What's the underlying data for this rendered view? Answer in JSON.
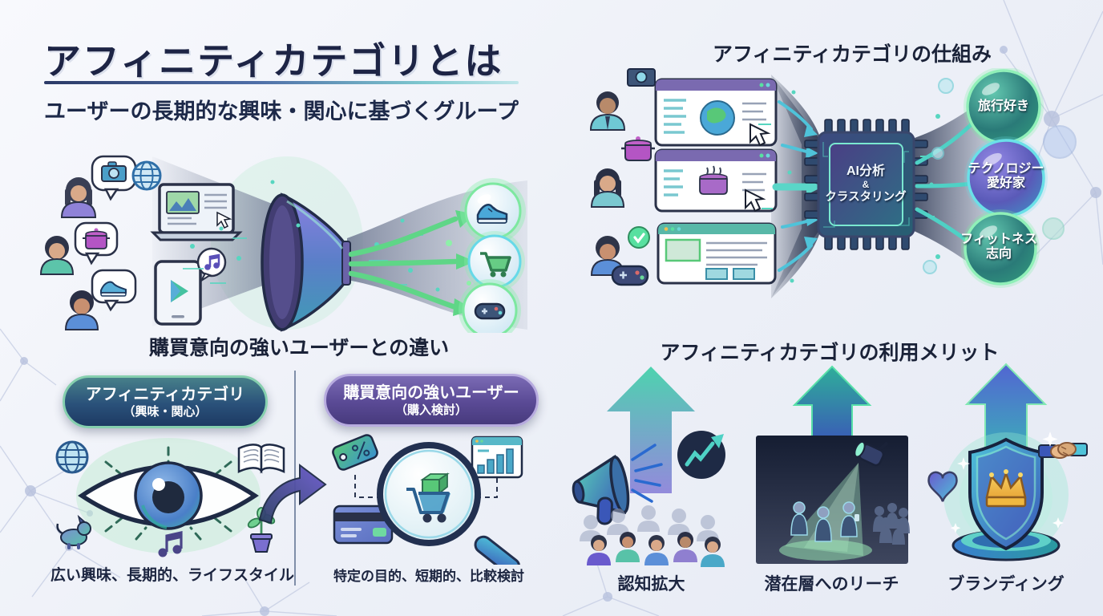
{
  "intro": {
    "title": "アフィニティカテゴリとは",
    "subtitle": "ユーザーの長期的な興味・関心に基づくグループ"
  },
  "mechanism": {
    "heading": "アフィニティカテゴリの仕組み",
    "chip": {
      "line1": "AI分析",
      "line2": "&",
      "line3": "クラスタリング"
    },
    "bubbles": [
      {
        "line1": "旅行好き",
        "line2": ""
      },
      {
        "line1": "テクノロジー",
        "line2": "愛好家"
      },
      {
        "line1": "フィットネス",
        "line2": "志向"
      }
    ]
  },
  "comparison": {
    "heading": "購買意向の強いユーザーとの違い",
    "affinity": {
      "pill_title": "アフィニティカテゴリ",
      "pill_subtitle": "（興味・関心）",
      "caption": "広い興味、長期的、ライフスタイル"
    },
    "inmarket": {
      "pill_title": "購買意向の強いユーザー",
      "pill_subtitle": "（購入検討）",
      "caption": "特定の目的、短期的、比較検討"
    }
  },
  "benefits": {
    "heading": "アフィニティカテゴリの利用メリット",
    "items": [
      {
        "label": "認知拡大"
      },
      {
        "label": "潜在層へのリーチ"
      },
      {
        "label": "ブランディング"
      }
    ]
  },
  "icons": {
    "funnel": "cone funnel",
    "ai_chip": "processor chip",
    "eye": "watching eye",
    "magnifier_cart": "magnifier over shopping cart",
    "megaphone": "megaphone with crowd",
    "spotlight": "spotlight on people",
    "shield_crown": "shield with crown"
  },
  "colors": {
    "title_navy": "#1d2445",
    "accent_green": "#5fd687",
    "accent_teal": "#4fc3d9",
    "accent_purple": "#6a5acd",
    "band_gray": "#8a93a8"
  }
}
